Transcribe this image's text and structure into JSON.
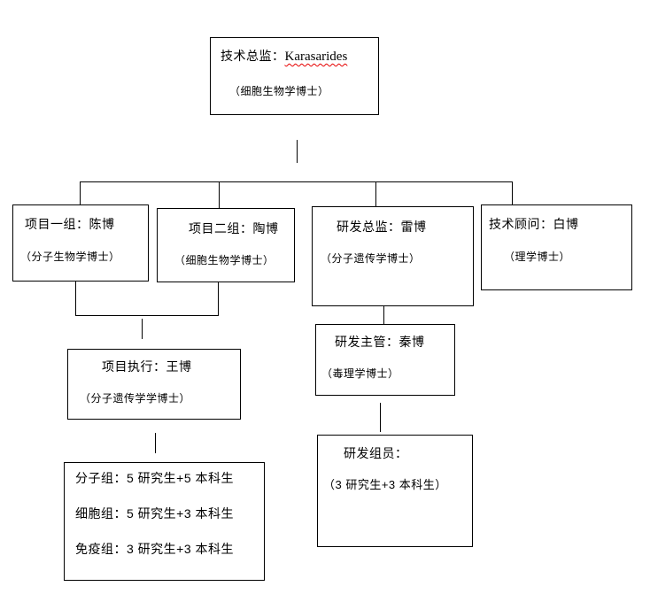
{
  "chart_title": "",
  "colors": {
    "box_border": "#000000",
    "text": "#000000",
    "spellcheck_underline": "#e60000"
  },
  "nodes": {
    "tech_director": {
      "title_prefix": "技术总监：",
      "name": "Karasarides",
      "subtitle": "（细胞生物学博士）"
    },
    "team1": {
      "title": "项目一组：陈博",
      "subtitle": "（分子生物学博士）"
    },
    "team2": {
      "title": "项目二组：陶博",
      "subtitle": "（细胞生物学博士）"
    },
    "rd_director": {
      "title": "研发总监：雷博",
      "subtitle": "（分子遗传学博士）"
    },
    "tech_advisor": {
      "title": "技术顾问：白博",
      "subtitle": "（理学博士）"
    },
    "project_exec": {
      "title": "项目执行：王博",
      "subtitle": "（分子遗传学学博士）"
    },
    "rd_manager": {
      "title": "研发主管：秦博",
      "subtitle": "（毒理学博士）"
    },
    "groups": {
      "line1": "分子组：5 研究生+5 本科生",
      "line2": "细胞组：5 研究生+3 本科生",
      "line3": "免疫组：3 研究生+3 本科生"
    },
    "rd_members": {
      "title": "研发组员：",
      "subtitle": "（3 研究生+3 本科生）"
    }
  }
}
